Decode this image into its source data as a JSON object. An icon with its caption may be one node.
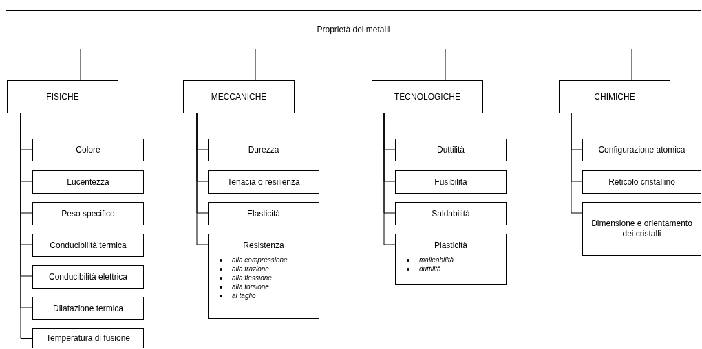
{
  "diagram": {
    "nodes": [
      {
        "text": [
          "Proprietà dei metalli"
        ]
      },
      {
        "text": [
          "FISICHE"
        ]
      },
      {
        "text": [
          "Colore"
        ]
      },
      {
        "text": [
          "Lucentezza"
        ]
      },
      {
        "text": [
          "Peso specifico"
        ]
      },
      {
        "text": [
          "Conducibilità termica"
        ]
      },
      {
        "text": [
          "Conducibilità elettrica"
        ]
      },
      {
        "text": [
          "Dilatazione termica"
        ]
      },
      {
        "text": [
          "Temperatura di fusione"
        ]
      },
      {
        "text": [
          "MECCANICHE"
        ]
      },
      {
        "text": [
          "Durezza"
        ]
      },
      {
        "text": [
          "Tenacia o resilienza"
        ]
      },
      {
        "text": [
          "Elasticità"
        ]
      },
      {
        "text": [
          "Resistenza",
          "alla compressione",
          "alla trazione",
          "alla flessione",
          "alla torsione",
          "al taglio"
        ]
      },
      {
        "text": [
          "TECNOLOGICHE"
        ]
      },
      {
        "text": [
          "Duttilità"
        ]
      },
      {
        "text": [
          "Fusibilità"
        ]
      },
      {
        "text": [
          "Saldabilità"
        ]
      },
      {
        "text": [
          "Plasticità",
          "malleabilità",
          "duttilità"
        ]
      },
      {
        "text": [
          "CHIMICHE"
        ]
      },
      {
        "text": [
          "Configurazione atomica"
        ]
      },
      {
        "text": [
          "Reticolo cristallino"
        ]
      },
      {
        "text": [
          "Dimensione e orientamento dei cristalli"
        ]
      }
    ],
    "edges": [
      {
        "from": 0,
        "to": 1,
        "arrow": "none"
      },
      {
        "from": 0,
        "to": 9,
        "arrow": "none"
      },
      {
        "from": 0,
        "to": 14,
        "arrow": "none"
      },
      {
        "from": 0,
        "to": 19,
        "arrow": "none"
      },
      {
        "from": 1,
        "to": 2,
        "arrow": "none"
      },
      {
        "from": 1,
        "to": 3,
        "arrow": "none"
      },
      {
        "from": 1,
        "to": 4,
        "arrow": "none"
      },
      {
        "from": 1,
        "to": 5,
        "arrow": "none"
      },
      {
        "from": 1,
        "to": 6,
        "arrow": "none"
      },
      {
        "from": 1,
        "to": 7,
        "arrow": "none"
      },
      {
        "from": 1,
        "to": 8,
        "arrow": "none"
      },
      {
        "from": 9,
        "to": 10,
        "arrow": "none"
      },
      {
        "from": 9,
        "to": 11,
        "arrow": "none"
      },
      {
        "from": 9,
        "to": 12,
        "arrow": "none"
      },
      {
        "from": 9,
        "to": 13,
        "arrow": "none"
      },
      {
        "from": 14,
        "to": 15,
        "arrow": "none"
      },
      {
        "from": 14,
        "to": 16,
        "arrow": "none"
      },
      {
        "from": 14,
        "to": 17,
        "arrow": "none"
      },
      {
        "from": 14,
        "to": 18,
        "arrow": "none"
      },
      {
        "from": 19,
        "to": 20,
        "arrow": "none"
      },
      {
        "from": 19,
        "to": 21,
        "arrow": "none"
      },
      {
        "from": 19,
        "to": 22,
        "arrow": "none"
      }
    ]
  }
}
